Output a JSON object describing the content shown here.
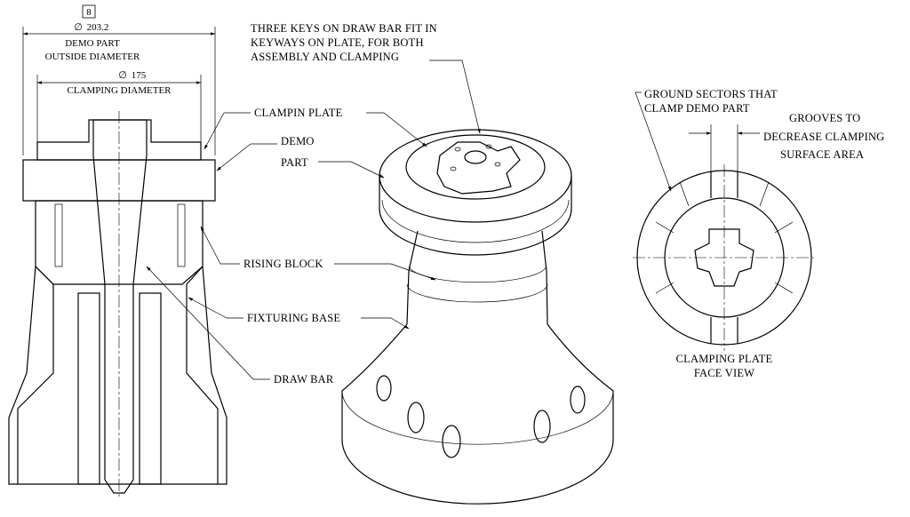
{
  "dimensions": {
    "box_value": "8",
    "demo_dia_symbol": "∅",
    "demo_dia_value": "203.2",
    "demo_dia_label_1": "DEMO PART",
    "demo_dia_label_2": "OUTSIDE DIAMETER",
    "clamp_dia_symbol": "∅",
    "clamp_dia_value": "175",
    "clamp_dia_label": "CLAMPING DIAMETER"
  },
  "callouts": {
    "three_keys_1": "THREE KEYS ON DRAW BAR FIT IN",
    "three_keys_2": "KEYWAYS ON PLATE, FOR BOTH",
    "three_keys_3": "ASSEMBLY AND CLAMPING",
    "clampin_plate": "CLAMPIN PLATE",
    "demo_1": "DEMO",
    "demo_2": "PART",
    "rising_block": "RISING BLOCK",
    "fixturing_base": "FIXTURING BASE",
    "draw_bar": "DRAW BAR",
    "ground_1": "GROUND SECTORS THAT",
    "ground_2": "CLAMP DEMO PART",
    "grooves_1": "GROOVES TO",
    "grooves_2": "DECREASE CLAMPING",
    "grooves_3": "SURFACE AREA",
    "face_view_1": "CLAMPING PLATE",
    "face_view_2": "FACE VIEW"
  }
}
